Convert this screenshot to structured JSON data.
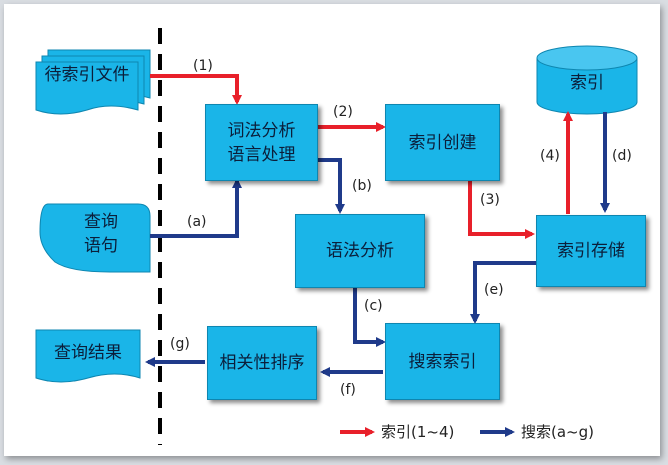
{
  "nodes": {
    "pending_docs": "待索引文件",
    "lexical_l1": "词法分析",
    "lexical_l2": "语言处理",
    "index_create": "索引创建",
    "syntax": "语法分析",
    "index_store": "索引存储",
    "index_db": "索引",
    "query_l1": "查询",
    "query_l2": "语句",
    "search_index": "搜索索引",
    "rank": "相关性排序",
    "results": "查询结果"
  },
  "edge_labels": {
    "e1": "(1)",
    "e2": "(2)",
    "e3": "(3)",
    "e4": "(4)",
    "ea": "(a)",
    "eb": "(b)",
    "ec": "(c)",
    "ed": "(d)",
    "ee": "(e)",
    "ef": "(f)",
    "eg": "(g)"
  },
  "legend": {
    "index": "索引(1~4)",
    "search": "搜索(a~g)"
  },
  "colors": {
    "node_fill": "#1ab5e8",
    "index_arrow": "#e8202a",
    "search_arrow": "#1f3a8a",
    "divider": "#000000"
  }
}
